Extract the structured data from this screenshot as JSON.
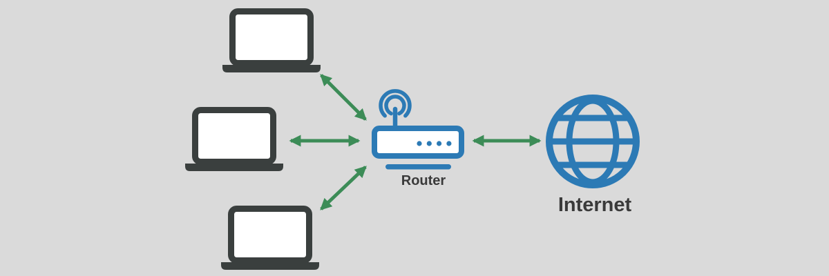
{
  "diagram": {
    "description": "Home network diagram: three laptops connected to a wireless router which connects to the Internet",
    "labels": {
      "router": "Router",
      "internet": "Internet"
    },
    "colors": {
      "bg": "#dadada",
      "blue": "#2c7ab5",
      "green": "#3c8c57",
      "dark": "#3a3f3e",
      "label": "#3a3a3a",
      "white": "#ffffff"
    },
    "icons": {
      "laptops": [
        "laptop-icon",
        "laptop-icon",
        "laptop-icon"
      ],
      "router": "wireless-router-icon",
      "router_signal": "wifi-signal-icon",
      "internet": "globe-icon",
      "connection": "double-headed-arrow-icon"
    },
    "connections": [
      {
        "from": "laptop-top",
        "to": "router",
        "bidirectional": true
      },
      {
        "from": "laptop-middle",
        "to": "router",
        "bidirectional": true
      },
      {
        "from": "laptop-bottom",
        "to": "router",
        "bidirectional": true
      },
      {
        "from": "router",
        "to": "internet",
        "bidirectional": true
      }
    ]
  }
}
